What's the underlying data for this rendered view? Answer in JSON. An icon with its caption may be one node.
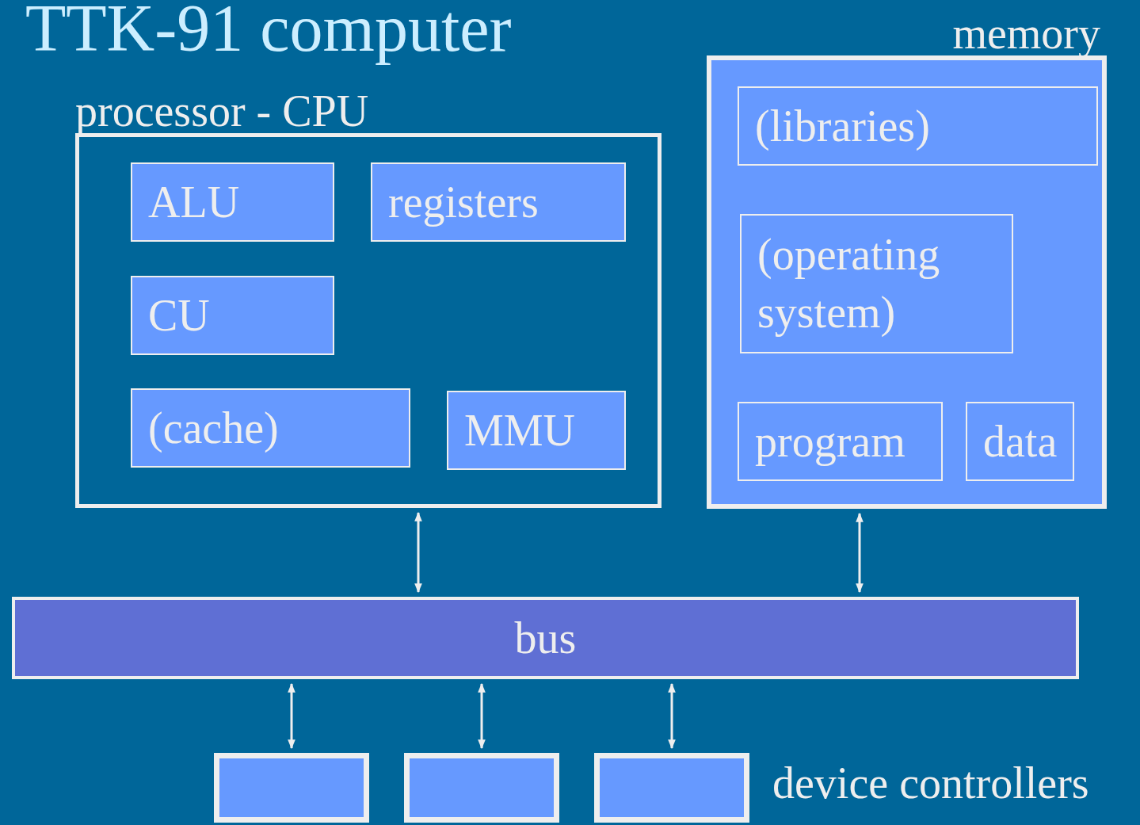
{
  "diagram": {
    "title": "TTK-91 computer",
    "nodes": [
      {
        "text": [
          "processor - CPU"
        ]
      },
      {
        "text": [
          "ALU"
        ],
        "in": 0
      },
      {
        "text": [
          "registers"
        ],
        "in": 0
      },
      {
        "text": [
          "CU"
        ],
        "in": 0
      },
      {
        "text": [
          "(cache)"
        ],
        "in": 0
      },
      {
        "text": [
          "MMU"
        ],
        "in": 0
      },
      {
        "text": [
          "memory"
        ]
      },
      {
        "text": [
          "(libraries)"
        ],
        "in": 6
      },
      {
        "text": [
          "(operating system)"
        ],
        "in": 6
      },
      {
        "text": [
          "program"
        ],
        "in": 6
      },
      {
        "text": [
          "data"
        ],
        "in": 6
      },
      {
        "text": [
          "bus"
        ]
      },
      {
        "text": [],
        "shape": "box"
      },
      {
        "text": [],
        "shape": "box"
      },
      {
        "text": [],
        "shape": "box"
      }
    ],
    "edges": [
      {
        "from": 0,
        "to": 11,
        "arrow": "both"
      },
      {
        "from": 6,
        "to": 11,
        "arrow": "both"
      },
      {
        "from": 11,
        "to": 12,
        "arrow": "both"
      },
      {
        "from": 11,
        "to": 13,
        "arrow": "both"
      },
      {
        "from": 11,
        "to": 14,
        "arrow": "both"
      }
    ],
    "labels": [
      "device controllers"
    ]
  }
}
